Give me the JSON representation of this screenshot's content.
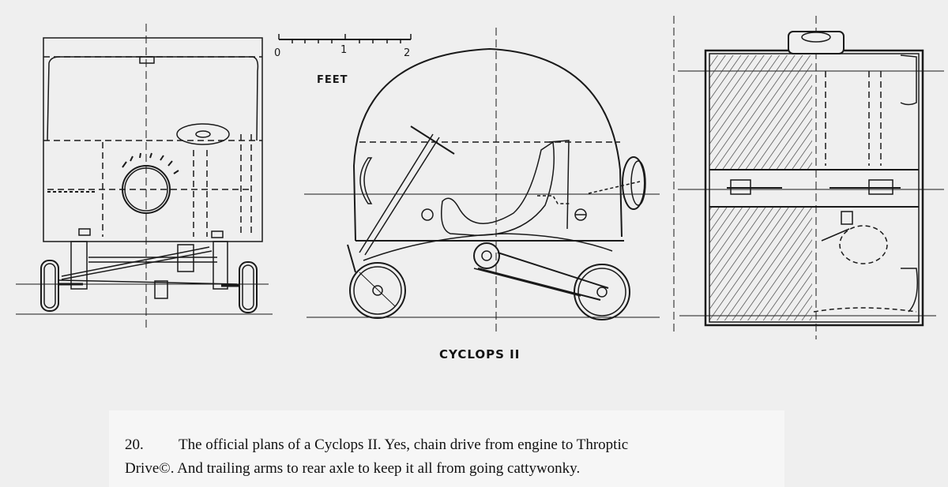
{
  "drawing": {
    "scale_numbers": [
      "0",
      "1",
      "2"
    ],
    "scale_unit": "FEET",
    "title": "CYCLOPS II"
  },
  "caption": {
    "number": "20.",
    "line1": "The official plans of a Cyclops II.  Yes, chain drive from engine to Throptic",
    "line2": "Drive©.  And trailing arms to rear axle to keep it all from going cattywonky."
  }
}
